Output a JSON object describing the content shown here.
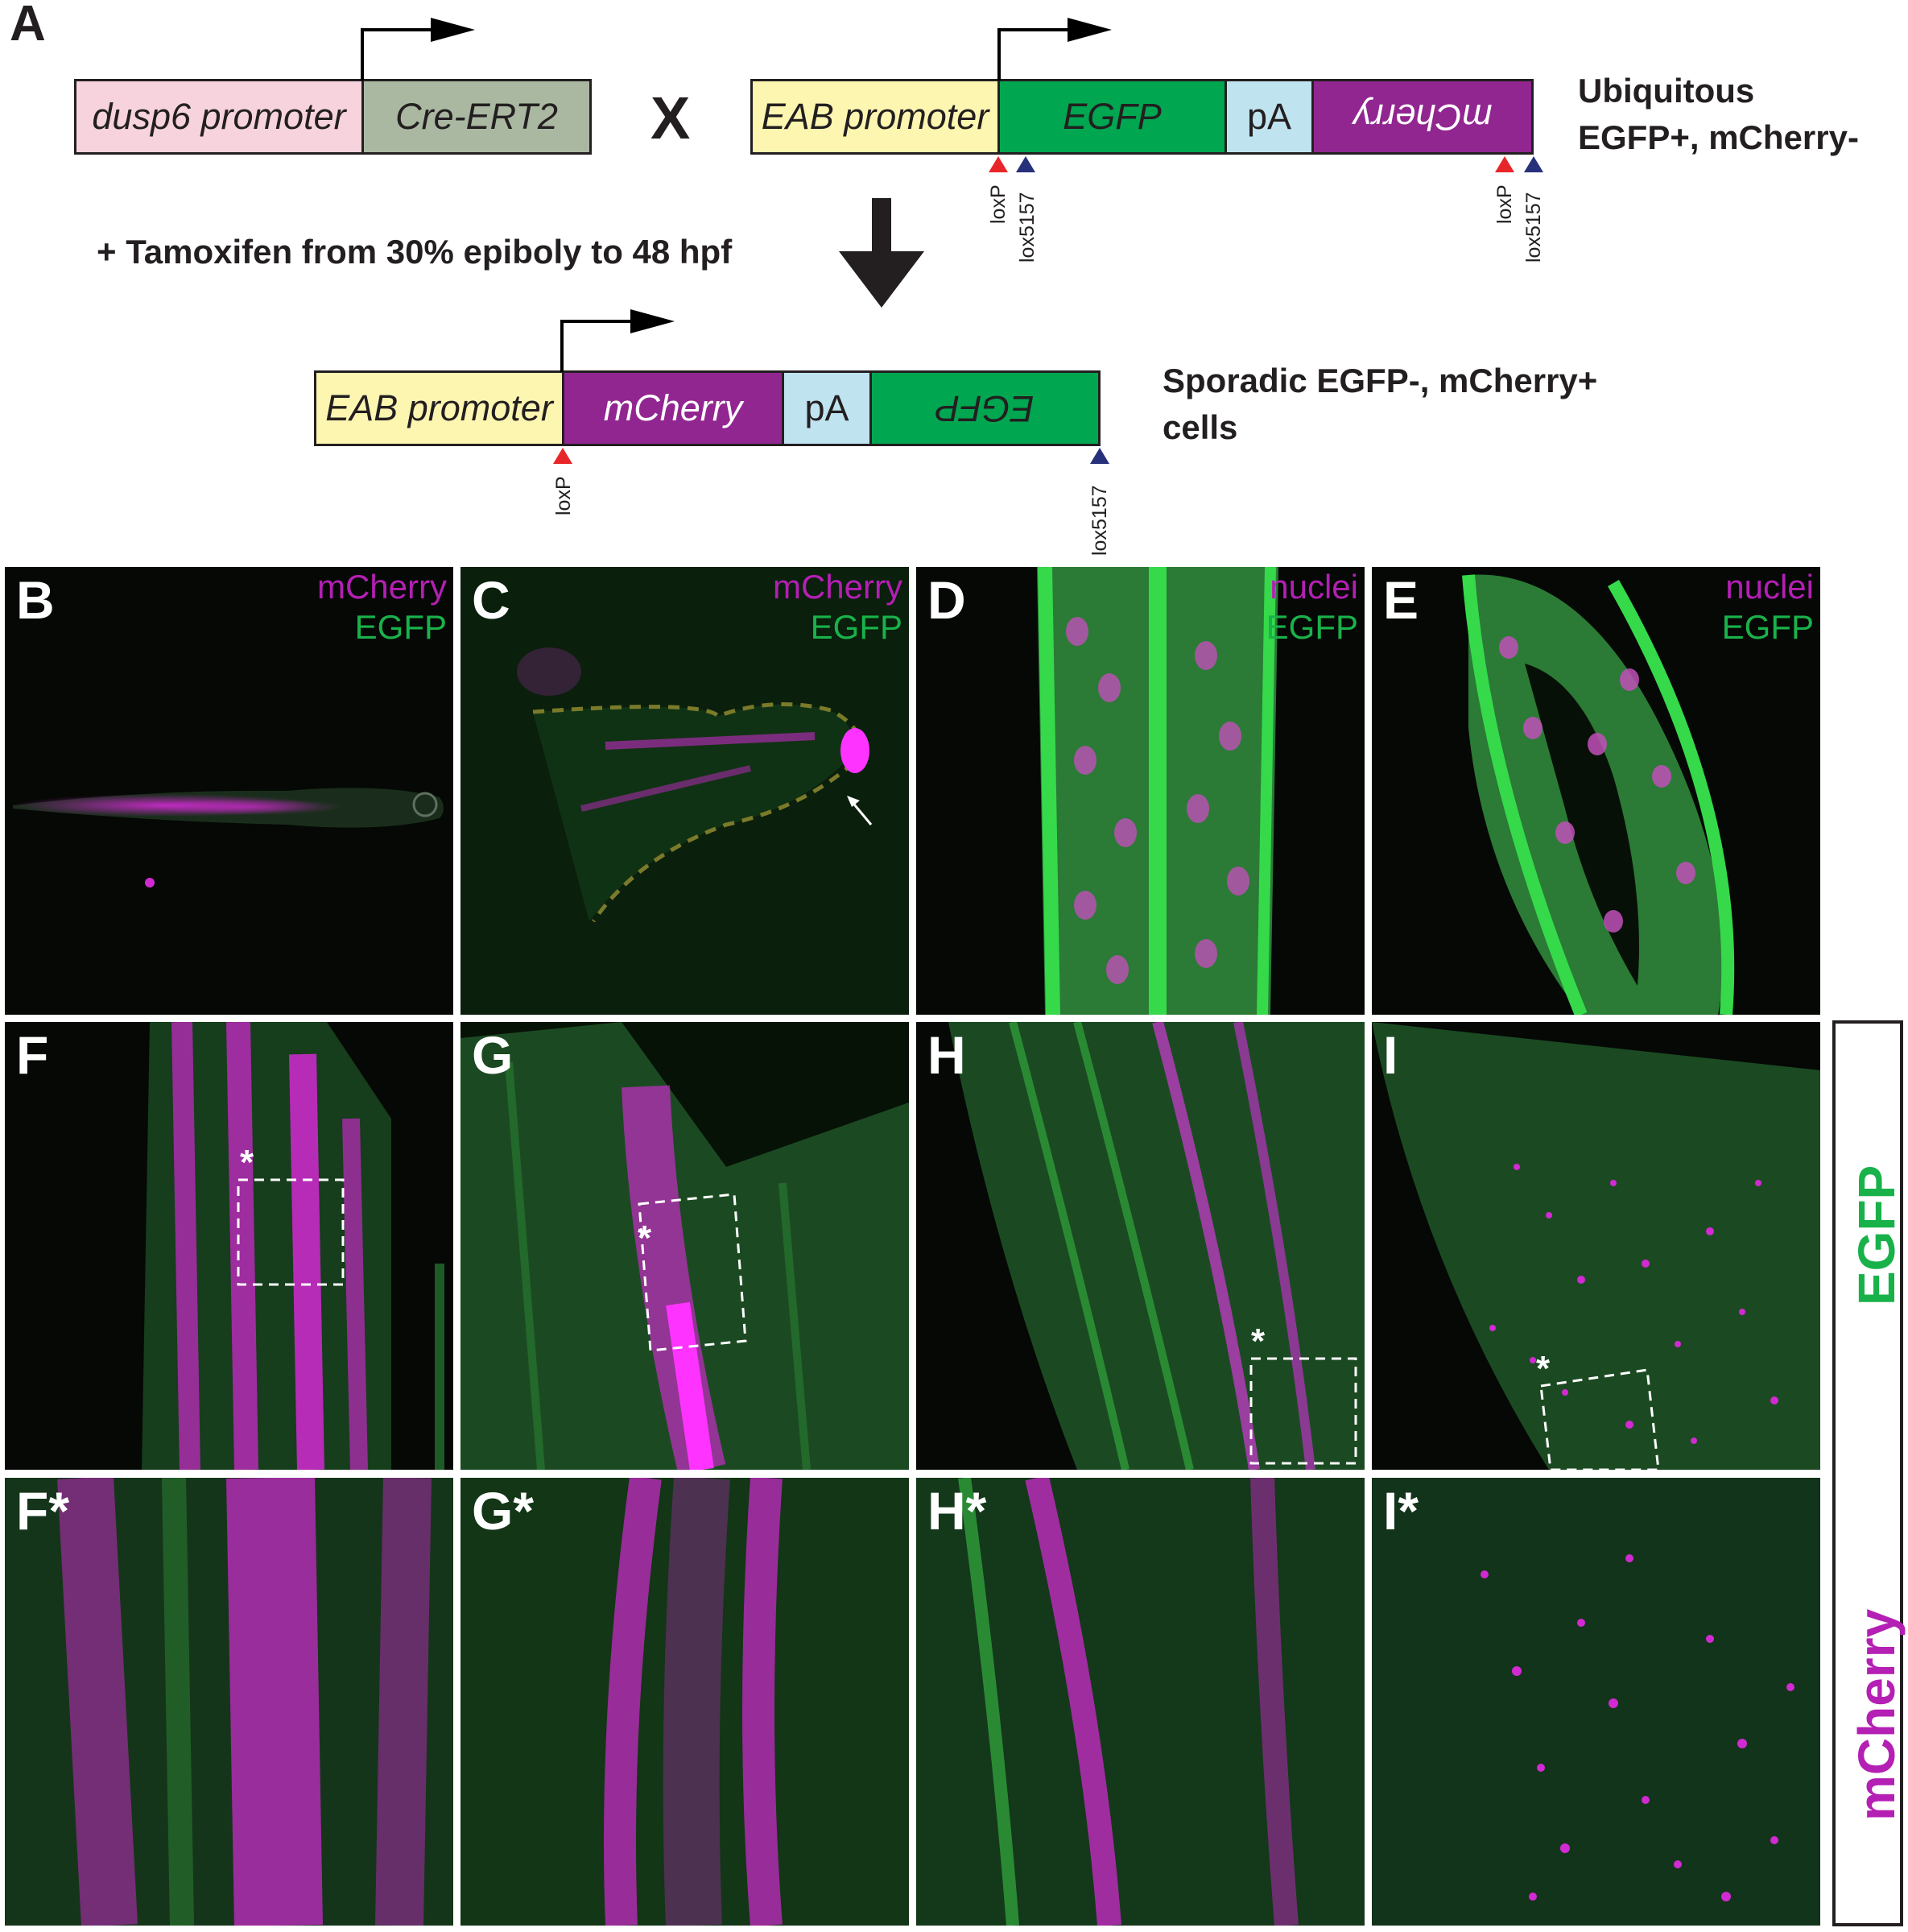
{
  "panel_a": {
    "label": "A",
    "driver": {
      "promoter": "dusp6 promoter",
      "gene": "Cre-ERT2"
    },
    "cross_symbol": "X",
    "reporter": {
      "promoter": "EAB promoter",
      "egfp": "EGFP",
      "pa": "pA",
      "mcherry": "mCherry"
    },
    "reporter_result": [
      "Ubiquitous",
      "EGFP+, mCherry-"
    ],
    "treatment": "+ Tamoxifen from 30% epiboly to 48 hpf",
    "recombined": {
      "promoter": "EAB promoter",
      "mcherry": "mCherry",
      "pa": "pA",
      "egfp": "EGFP"
    },
    "recombined_result": [
      "Sporadic EGFP-, mCherry+",
      "cells"
    ],
    "loxp": "loxP",
    "lox5157": "lox5157"
  },
  "panels": {
    "B": {
      "label": "B",
      "ch1": "mCherry",
      "ch2": "EGFP"
    },
    "C": {
      "label": "C",
      "ch1": "mCherry",
      "ch2": "EGFP"
    },
    "D": {
      "label": "D",
      "ch1": "nuclei",
      "ch2": "EGFP"
    },
    "E": {
      "label": "E",
      "ch1": "nuclei",
      "ch2": "EGFP"
    },
    "F": {
      "label": "F",
      "marker": "*"
    },
    "G": {
      "label": "G",
      "marker": "*"
    },
    "H": {
      "label": "H",
      "marker": "*"
    },
    "I": {
      "label": "I",
      "marker": "*"
    },
    "F2": {
      "label": "F*"
    },
    "G2": {
      "label": "G*"
    },
    "H2": {
      "label": "H*"
    },
    "I2": {
      "label": "I*"
    }
  },
  "legend": {
    "top": "EGFP",
    "bottom": "mCherry"
  },
  "colors": {
    "magenta": "#c21fc2",
    "green": "#1fa83a",
    "promoter_pink": "#f6d3dd",
    "cre_grey": "#aab8a2",
    "promoter_yellow": "#fdf6b1",
    "egfp_green": "#00a650",
    "pa_blue": "#bfe3ef",
    "mcherry_purple": "#922691",
    "loxp_red": "#e8262a",
    "lox5157_blue": "#27307a"
  }
}
